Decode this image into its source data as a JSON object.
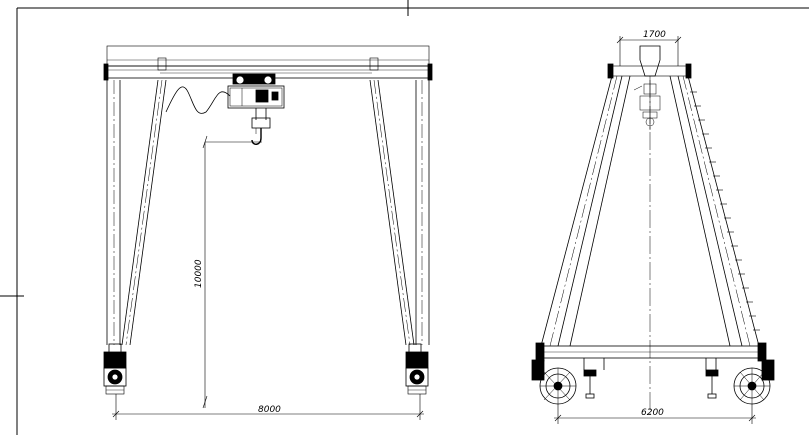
{
  "front_view": {
    "span_label": "8000",
    "height_label": "10000"
  },
  "side_view": {
    "top_width_label": "1700",
    "wheelbase_label": "6200"
  }
}
